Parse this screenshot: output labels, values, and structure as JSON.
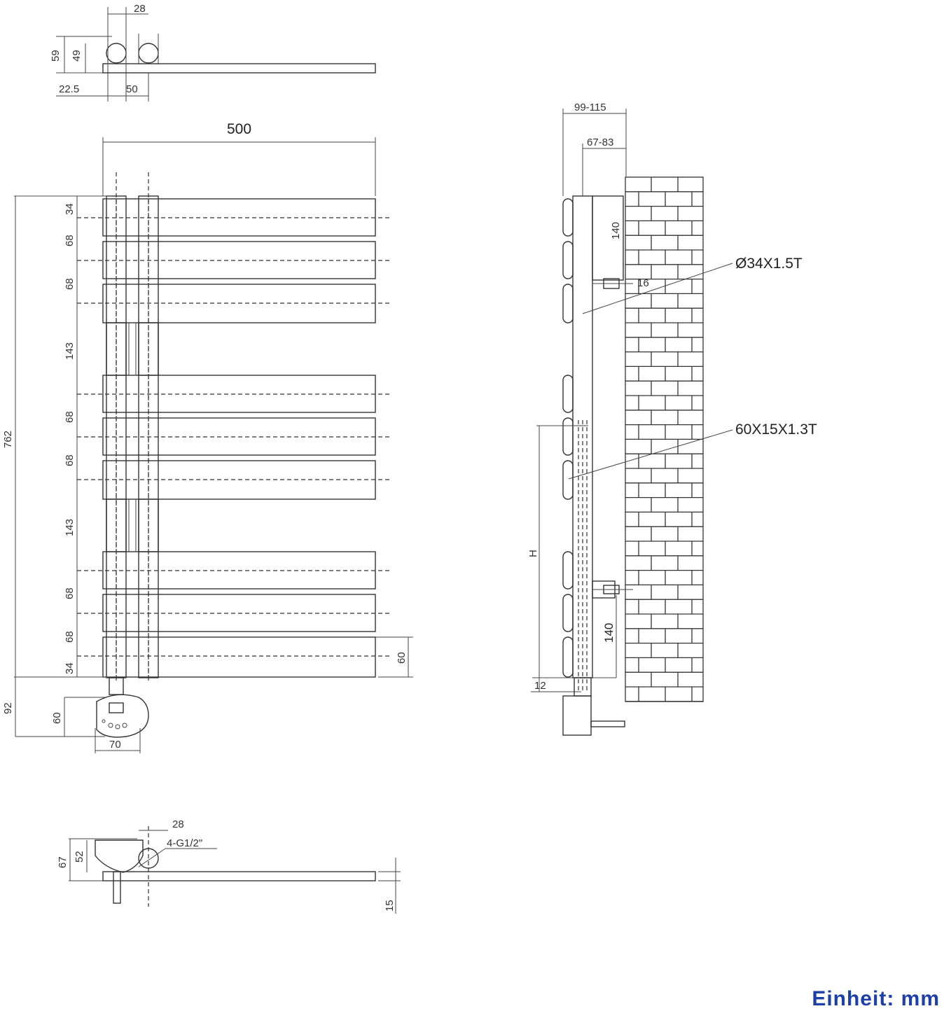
{
  "top_view": {
    "dim_pitch": "28",
    "dim_depth_outer": "59",
    "dim_depth_inner": "49",
    "dim_offset": "22.5",
    "dim_center": "50"
  },
  "front_view": {
    "width": "500",
    "height_total": "762",
    "spacings": [
      "34",
      "68",
      "68",
      "143",
      "68",
      "68",
      "143",
      "68",
      "68",
      "34"
    ],
    "bar_height": "60",
    "element_drop": "92",
    "controller_height": "60",
    "controller_width": "70"
  },
  "side_view": {
    "depth_range_outer": "99-115",
    "depth_range_inner": "67-83",
    "bracket_top": "140",
    "bracket_bottom": "140",
    "bracket_gap": "16",
    "pipe_spec": "Ø34X1.5T",
    "bar_spec": "60X15X1.3T",
    "height_label": "H",
    "bottom_gap": "12"
  },
  "bottom_view": {
    "dim_pitch": "28",
    "thread": "4-G1/2\"",
    "dim_outer": "67",
    "dim_inner": "52",
    "dim_thickness": "15"
  },
  "footer": {
    "unit_text": "Einheit: mm"
  }
}
